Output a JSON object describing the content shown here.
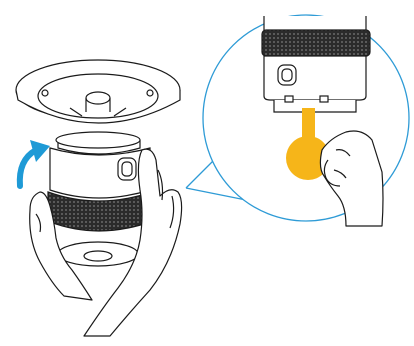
{
  "illustration": {
    "left_panel": {
      "parts": [
        "ceiling-mount-base",
        "rotate-arrow-icon",
        "smoke-detector-body",
        "left-hand",
        "right-hand"
      ]
    },
    "right_panel": {
      "parts": [
        "zoom-callout-circle",
        "detector-closeup",
        "battery-pull-tab",
        "pulling-hand"
      ]
    },
    "colors": {
      "line": "#1a1a1a",
      "arrow": "#1e9ad6",
      "callout": "#2e9bd6",
      "pull_tab": "#f6b519",
      "background": "#ffffff"
    }
  }
}
